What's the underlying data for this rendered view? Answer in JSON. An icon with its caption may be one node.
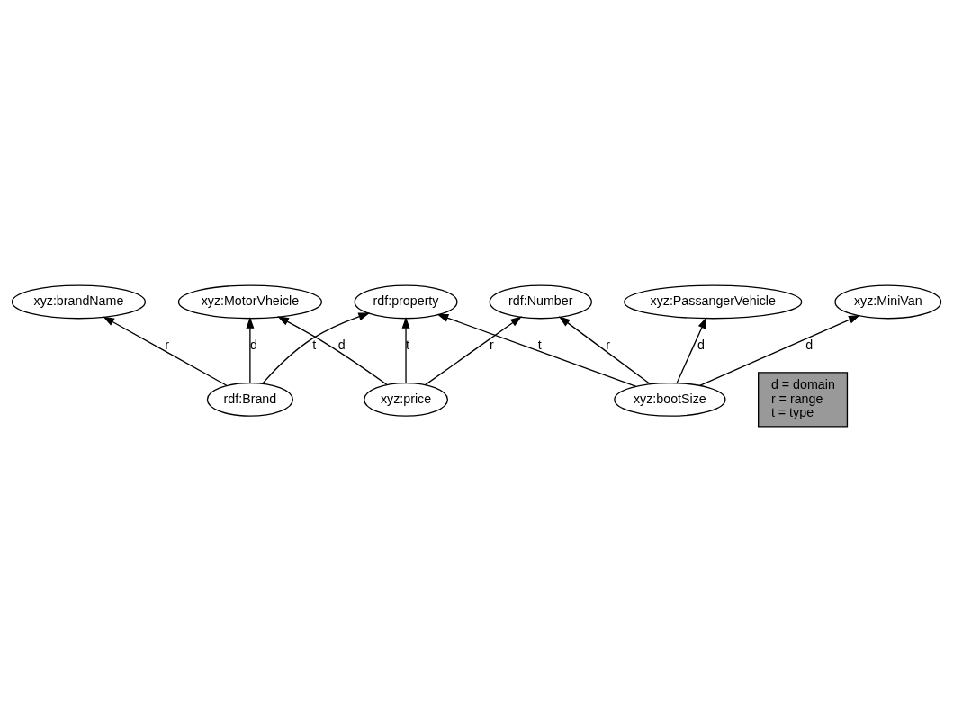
{
  "diagram": {
    "nodes": [
      {
        "text": [
          "xyz:MotorVheicle"
        ]
      },
      {
        "text": [
          "xyz:price"
        ]
      },
      {
        "text": [
          "xyz:brandName"
        ]
      },
      {
        "text": [
          "rdf:property"
        ]
      },
      {
        "text": [
          "rdf:Number"
        ]
      },
      {
        "text": [
          "rdf:Brand"
        ]
      },
      {
        "text": [
          "xyz:PassangerVehicle"
        ]
      },
      {
        "text": [
          "xyz:bootSize"
        ]
      },
      {
        "text": [
          "xyz:MiniVan"
        ]
      },
      {
        "text": [
          "d = domain",
          "r = range",
          "t = type"
        ]
      }
    ],
    "edges": [
      {
        "from": 1,
        "to": 0,
        "arrow": "to",
        "label": "d"
      },
      {
        "from": 1,
        "to": 3,
        "arrow": "to",
        "label": "t"
      },
      {
        "from": 1,
        "to": 4,
        "arrow": "to",
        "label": "r"
      },
      {
        "from": 5,
        "to": 0,
        "arrow": "to",
        "label": "d"
      },
      {
        "from": 5,
        "to": 2,
        "arrow": "to",
        "label": "r"
      },
      {
        "from": 5,
        "to": 3,
        "arrow": "to",
        "label": "t"
      },
      {
        "from": 7,
        "to": 4,
        "arrow": "to",
        "label": "r"
      },
      {
        "from": 7,
        "to": 3,
        "arrow": "to",
        "label": "t"
      },
      {
        "from": 7,
        "to": 6,
        "arrow": "to",
        "label": "d"
      },
      {
        "from": 7,
        "to": 8,
        "arrow": "to",
        "label": "d"
      }
    ]
  }
}
